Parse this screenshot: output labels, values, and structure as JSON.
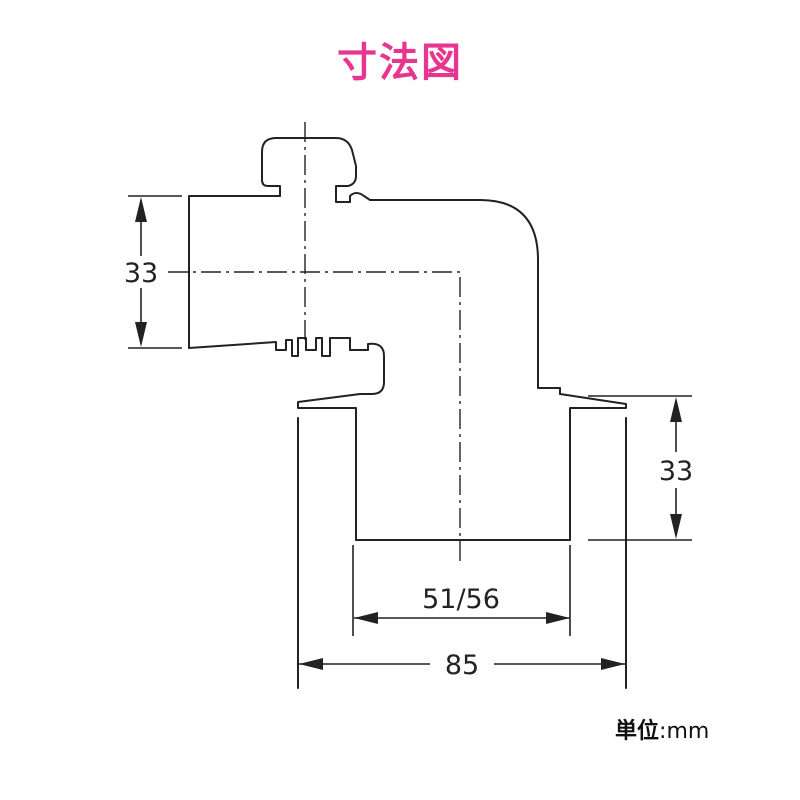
{
  "title": "寸法図",
  "dimensions": {
    "inlet_height": "33",
    "outlet_height": "33",
    "inner_diameter": "51/56",
    "outer_diameter": "85"
  },
  "unit": {
    "label": "単位",
    "separator": ":",
    "value": "mm"
  },
  "colors": {
    "title": "#e8358f",
    "line": "#222222",
    "background": "#ffffff"
  }
}
